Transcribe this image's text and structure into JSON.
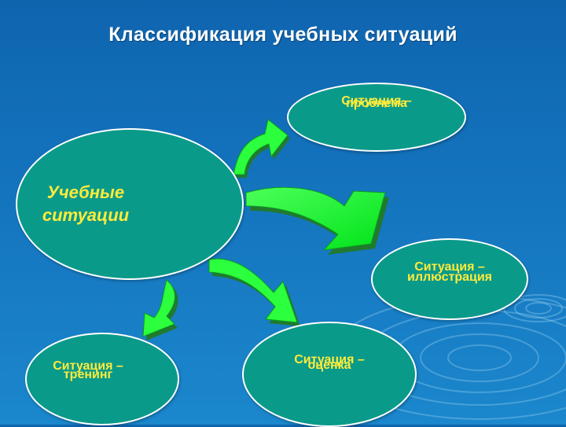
{
  "title": "Классификация учебных ситуаций",
  "center": {
    "line1": "Учебные",
    "line2": "ситуации"
  },
  "nodes": {
    "problem": {
      "line1": "Ситуация –",
      "line2": "проблема"
    },
    "illustration": {
      "line1": "Ситуация –",
      "line2": "иллюстрация"
    },
    "training": {
      "line1": "Ситуация –",
      "line2": "тренинг"
    },
    "evaluation": {
      "line1": "Ситуация –",
      "line2": "оценка"
    }
  },
  "colors": {
    "background": "#1474be",
    "node_fill": "#0a9a8a",
    "node_text": "#ffeb3b",
    "arrow": "#00ff22",
    "arrow_shadow": "#1f7a30",
    "title": "#ffffff"
  },
  "icons": [
    "block-arrow-icon",
    "water-ripple-decoration"
  ]
}
